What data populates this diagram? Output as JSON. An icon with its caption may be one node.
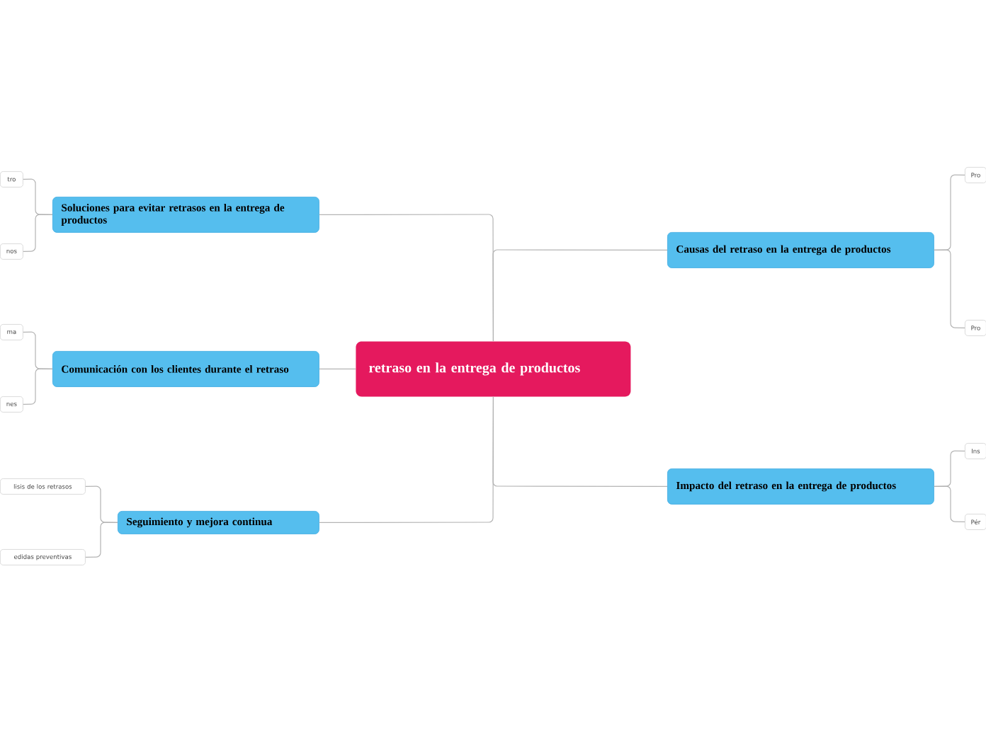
{
  "diagram": {
    "nodes": [
      {
        "text": [
          "retraso en la entrega de productos"
        ]
      },
      {
        "text": [
          "Soluciones para evitar retrasos en la entrega de productos"
        ]
      },
      {
        "text": [
          "Comunicación con los clientes durante el retraso"
        ]
      },
      {
        "text": [
          "Seguimiento y mejora continua"
        ]
      },
      {
        "text": [
          "Causas del retraso en la entrega de productos"
        ]
      },
      {
        "text": [
          "Impacto del retraso en la entrega de productos"
        ]
      },
      {
        "text": [
          "tro"
        ]
      },
      {
        "text": [
          "nos"
        ]
      },
      {
        "text": [
          "ma"
        ]
      },
      {
        "text": [
          "nes"
        ]
      },
      {
        "text": [
          "lisis de los retrasos"
        ]
      },
      {
        "text": [
          "edidas preventivas"
        ]
      },
      {
        "text": [
          "Pro"
        ]
      },
      {
        "text": [
          "Pro"
        ]
      },
      {
        "text": [
          "Ins"
        ]
      },
      {
        "text": [
          "Pér"
        ]
      }
    ],
    "edges": [
      {
        "from": 0,
        "to": 1,
        "arrow": "none"
      },
      {
        "from": 0,
        "to": 2,
        "arrow": "none"
      },
      {
        "from": 0,
        "to": 3,
        "arrow": "none"
      },
      {
        "from": 0,
        "to": 4,
        "arrow": "none"
      },
      {
        "from": 0,
        "to": 5,
        "arrow": "none"
      },
      {
        "from": 1,
        "to": 6,
        "arrow": "none"
      },
      {
        "from": 1,
        "to": 7,
        "arrow": "none"
      },
      {
        "from": 2,
        "to": 8,
        "arrow": "none"
      },
      {
        "from": 2,
        "to": 9,
        "arrow": "none"
      },
      {
        "from": 3,
        "to": 10,
        "arrow": "none"
      },
      {
        "from": 3,
        "to": 11,
        "arrow": "none"
      },
      {
        "from": 4,
        "to": 12,
        "arrow": "none"
      },
      {
        "from": 4,
        "to": 13,
        "arrow": "none"
      },
      {
        "from": 5,
        "to": 14,
        "arrow": "none"
      },
      {
        "from": 5,
        "to": 15,
        "arrow": "none"
      }
    ]
  }
}
